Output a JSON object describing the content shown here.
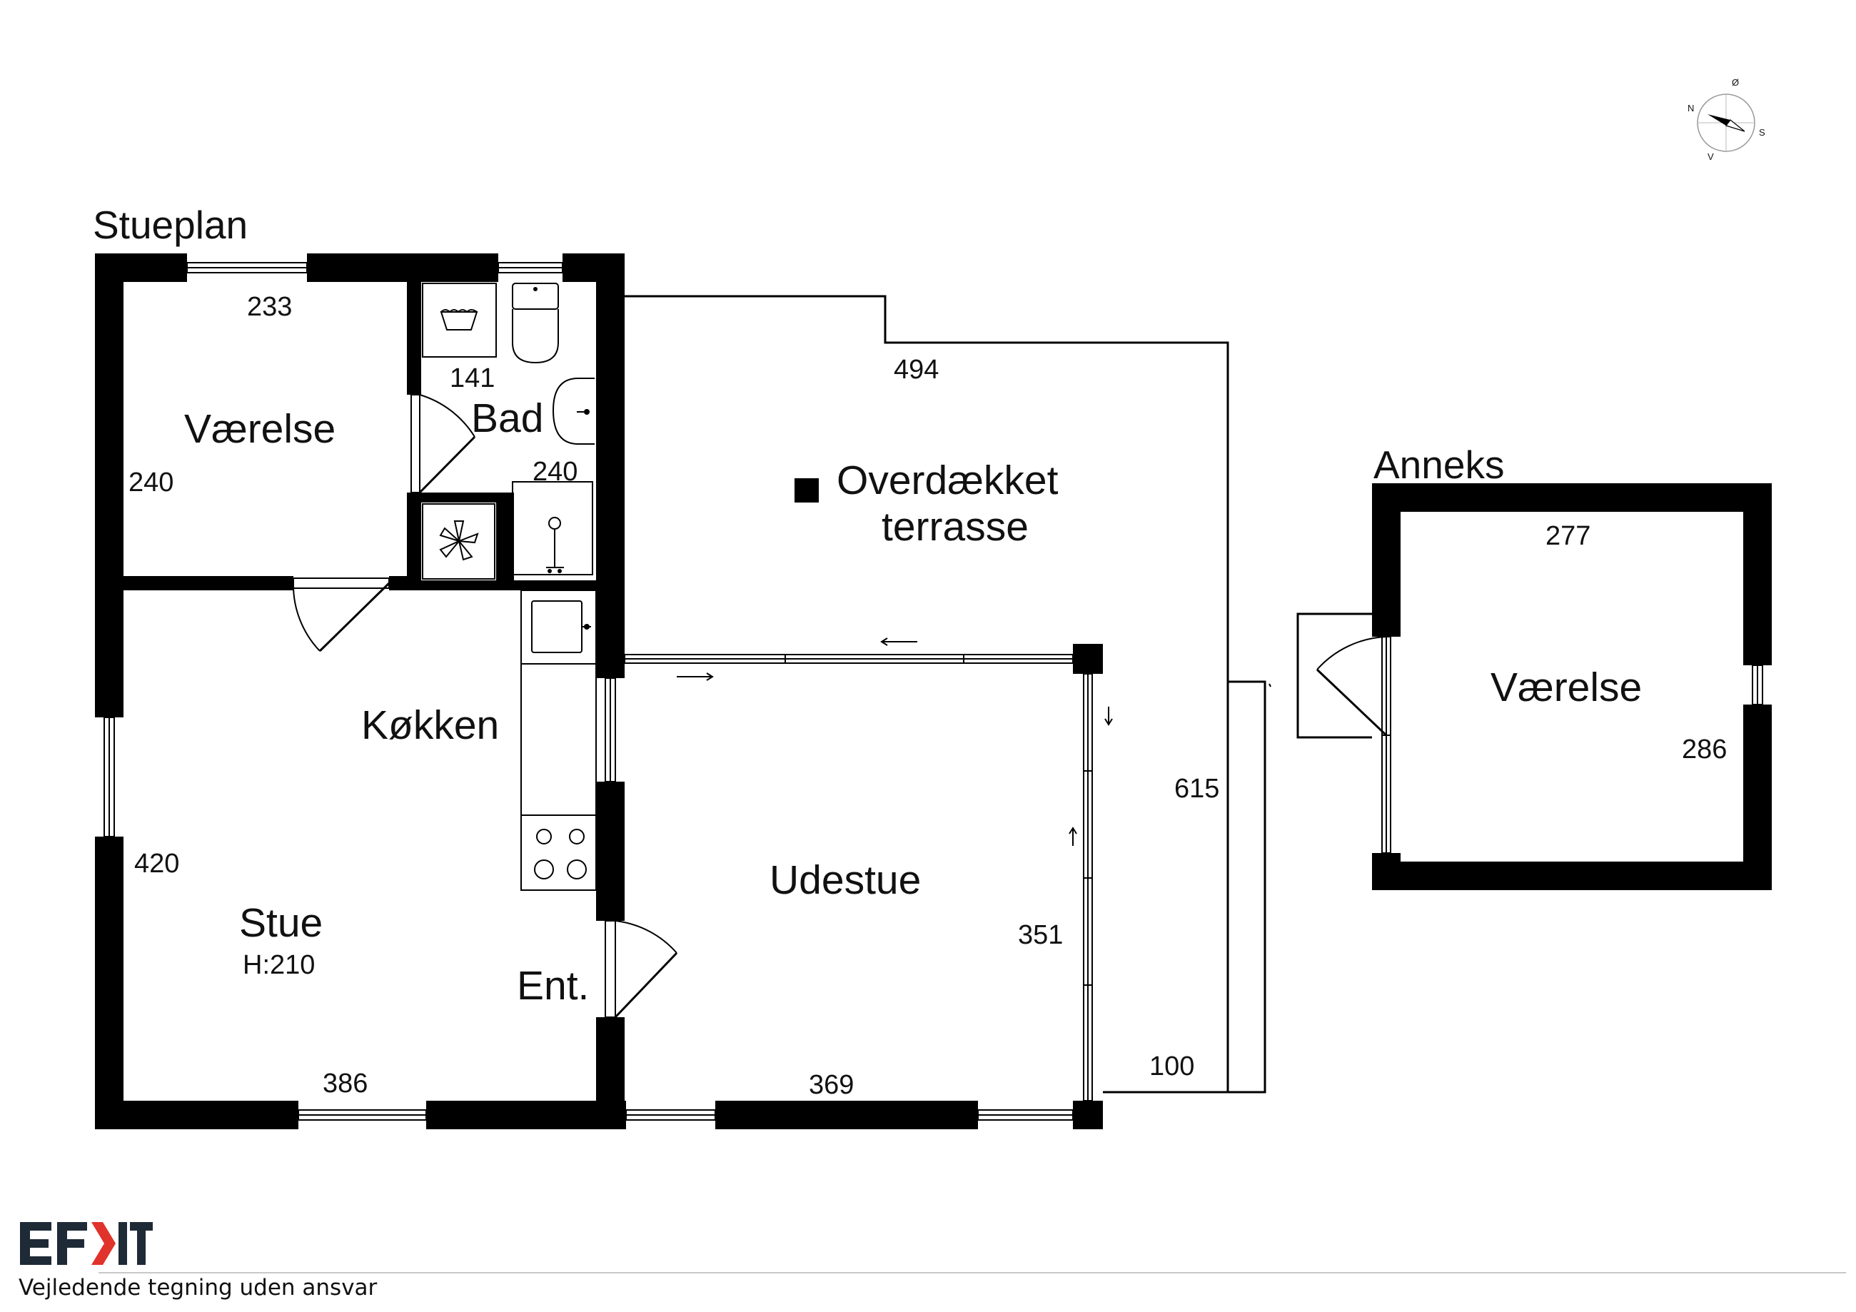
{
  "plan_title": "Stueplan",
  "annex_title": "Anneks",
  "rooms": {
    "vaerelse_main": "Værelse",
    "bad": "Bad",
    "koekken": "Køkken",
    "stue": "Stue",
    "stue_height": "H:210",
    "entre": "Ent.",
    "udestue": "Udestue",
    "terrasse_line1": "Overdækket",
    "terrasse_line2": "terrasse",
    "vaerelse_annex": "Værelse"
  },
  "dimensions": {
    "vaerelse_width": "233",
    "vaerelse_depth": "240",
    "bad_width": "141",
    "bad_depth": "240",
    "terrasse_width": "494",
    "terrasse_depth": "615",
    "terrasse_strip": "100",
    "stue_depth": "420",
    "stue_width": "386",
    "udestue_width": "369",
    "udestue_depth": "351",
    "annex_width": "277",
    "annex_depth": "286"
  },
  "compass": {
    "n": "N",
    "o": "Ø",
    "s": "S",
    "v": "V"
  },
  "brand": {
    "logo_text": "EFKT",
    "accent_color": "#e0332b",
    "primary_color": "#1f2a37"
  },
  "footer": {
    "disclaimer": "Vejledende tegning uden ansvar"
  }
}
